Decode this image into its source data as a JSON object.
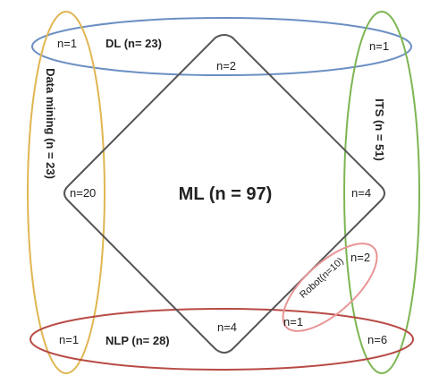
{
  "diagram": {
    "sets": {
      "dl": {
        "label": "DL (n= 23)",
        "color": "#6b8fc3"
      },
      "data_mining": {
        "label": "Data mining (n = 23)",
        "color": "#e0b651"
      },
      "its": {
        "label": "ITS (n = 51)",
        "color": "#7db552"
      },
      "nlp": {
        "label": "NLP (n= 28)",
        "color": "#b84a45"
      },
      "ml": {
        "label": "ML (n = 97)",
        "color": "#555555"
      },
      "robot": {
        "label": "Robot(n=10)",
        "color": "#e89494"
      }
    },
    "counts": {
      "dl_dm": "n=1",
      "dl_ml": "n=2",
      "dl_its": "n=1",
      "dm_ml": "n=20",
      "its_ml": "n=4",
      "its_robot": "n=2",
      "nlp_ml": "n=4",
      "nlp_robot": "n=1",
      "nlp_dm": "n=1",
      "nlp_its": "n=6"
    }
  }
}
